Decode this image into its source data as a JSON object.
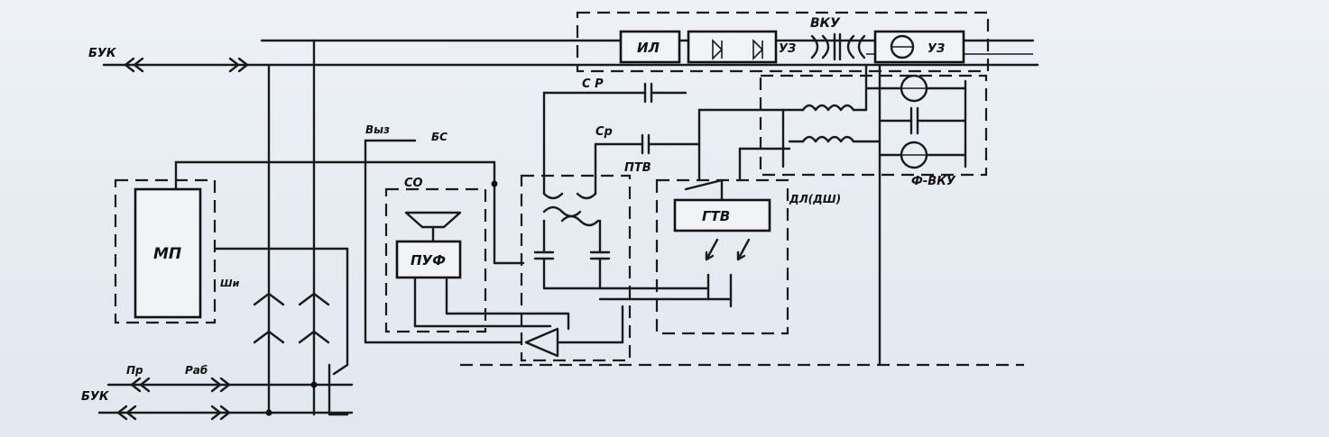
{
  "labels": {
    "buk_top": "БУК",
    "vku": "ВКУ",
    "il": "ИЛ",
    "uz1": "УЗ",
    "uz2": "УЗ",
    "cr1": "С Р",
    "cr2": "Ср",
    "vyz": "Выз",
    "bs": "БС",
    "ptv": "ПТВ",
    "so": "СО",
    "mp": "МП",
    "shi": "Ши",
    "puf": "ПУФ",
    "gtv": "ГТВ",
    "dsh": "ДЛ(ДШ)",
    "f_vku": "Ф-ВКУ",
    "pr": "Пр",
    "rab": "Раб",
    "buk_bottom": "БУК"
  },
  "colors": {
    "ink": "#1a1a1a",
    "paper": "#eef2f7"
  }
}
